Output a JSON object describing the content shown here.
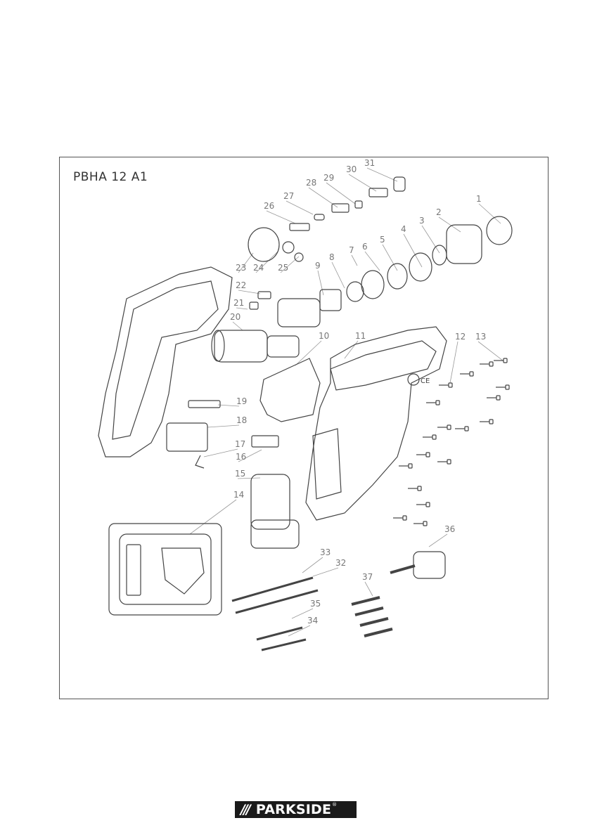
{
  "model": "PBHA 12 A1",
  "brand": {
    "slashes": "///",
    "name": "PARKSIDE",
    "reg": "®"
  },
  "mark": "CE",
  "callouts": [
    "1",
    "2",
    "3",
    "4",
    "5",
    "6",
    "7",
    "8",
    "9",
    "10",
    "11",
    "12",
    "13",
    "14",
    "15",
    "16",
    "17",
    "18",
    "19",
    "20",
    "21",
    "22",
    "23",
    "24",
    "25",
    "26",
    "27",
    "28",
    "29",
    "30",
    "31",
    "32",
    "33",
    "34",
    "35",
    "36",
    "37"
  ]
}
